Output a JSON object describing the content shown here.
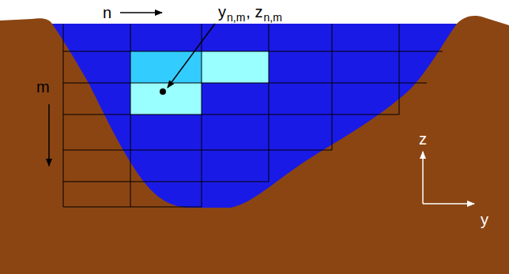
{
  "diagram": {
    "labels": [
      "n",
      "m",
      "y",
      "n,m",
      ", z",
      "n,m",
      "z",
      "y"
    ]
  }
}
